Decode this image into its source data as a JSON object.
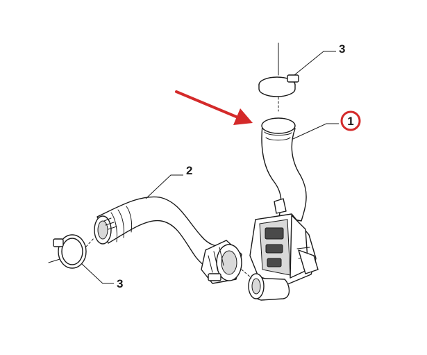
{
  "diagram": {
    "callouts": [
      {
        "id": "part-1",
        "label": "1",
        "highlighted": true
      },
      {
        "id": "part-2",
        "label": "2",
        "highlighted": false
      },
      {
        "id": "part-3-top",
        "label": "3",
        "highlighted": false
      },
      {
        "id": "part-3-bottom",
        "label": "3",
        "highlighted": false
      }
    ],
    "colors": {
      "highlight_ring": "#d42a2a",
      "arrow": "#d42a2a",
      "line": "#1a1a1a"
    },
    "icons": {
      "pointer": "red-arrow-icon"
    }
  }
}
